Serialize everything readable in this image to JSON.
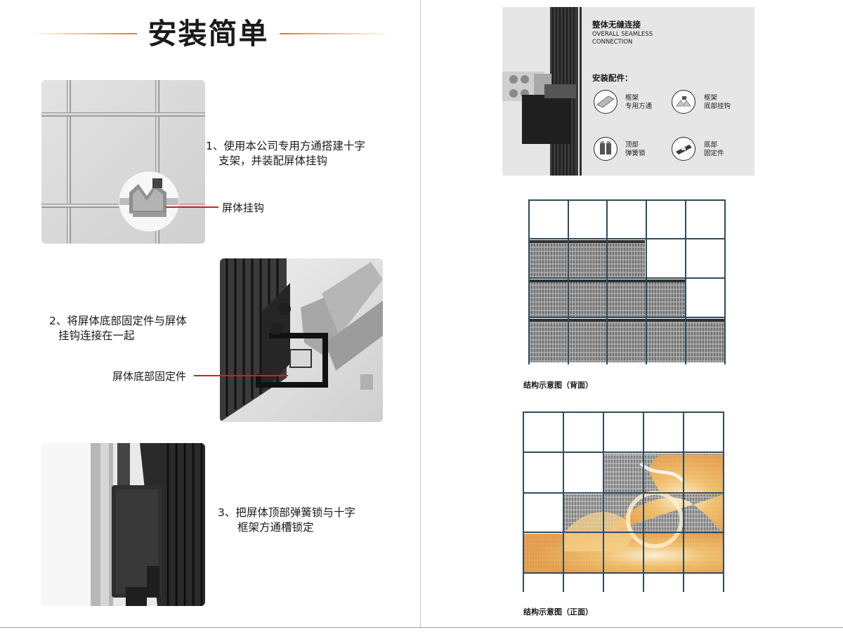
{
  "left_page": {
    "title": "安装简单",
    "step1": {
      "line1": "1、使用本公司专用方通搭建十字",
      "line2": "支架，并装配屏体挂钩"
    },
    "callout1": "屏体挂钩",
    "step2": {
      "line1": "2、将屏体底部固定件与屏体",
      "line2": "挂钩连接在一起"
    },
    "callout2": "屏体底部固定件",
    "step3": {
      "line1": "3、把屏体顶部弹簧锁与十字",
      "line2": "框架方通槽锁定"
    }
  },
  "right_page": {
    "seamless_cn": "整体无缝连接",
    "seamless_en_1": "OVERALL SEAMLESS",
    "seamless_en_2": "CONNECTION",
    "accessories_title": "安装配件：",
    "accessories": [
      {
        "l1": "框架",
        "l2": "专用方通",
        "icon": "square-tube-icon"
      },
      {
        "l1": "框架",
        "l2": "底部挂钩",
        "icon": "bottom-hook-icon"
      },
      {
        "l1": "顶部",
        "l2": "弹簧锁",
        "icon": "spring-lock-icon"
      },
      {
        "l1": "底部",
        "l2": "固定件",
        "icon": "bottom-fixing-icon"
      }
    ],
    "diagram_back_caption": "结构示意图（背面）",
    "diagram_front_caption": "结构示意图（正面）"
  },
  "colors": {
    "accent_orange": "#e87722",
    "callout_red": "#d0201e",
    "frame_navy": "#2f4b5d"
  }
}
